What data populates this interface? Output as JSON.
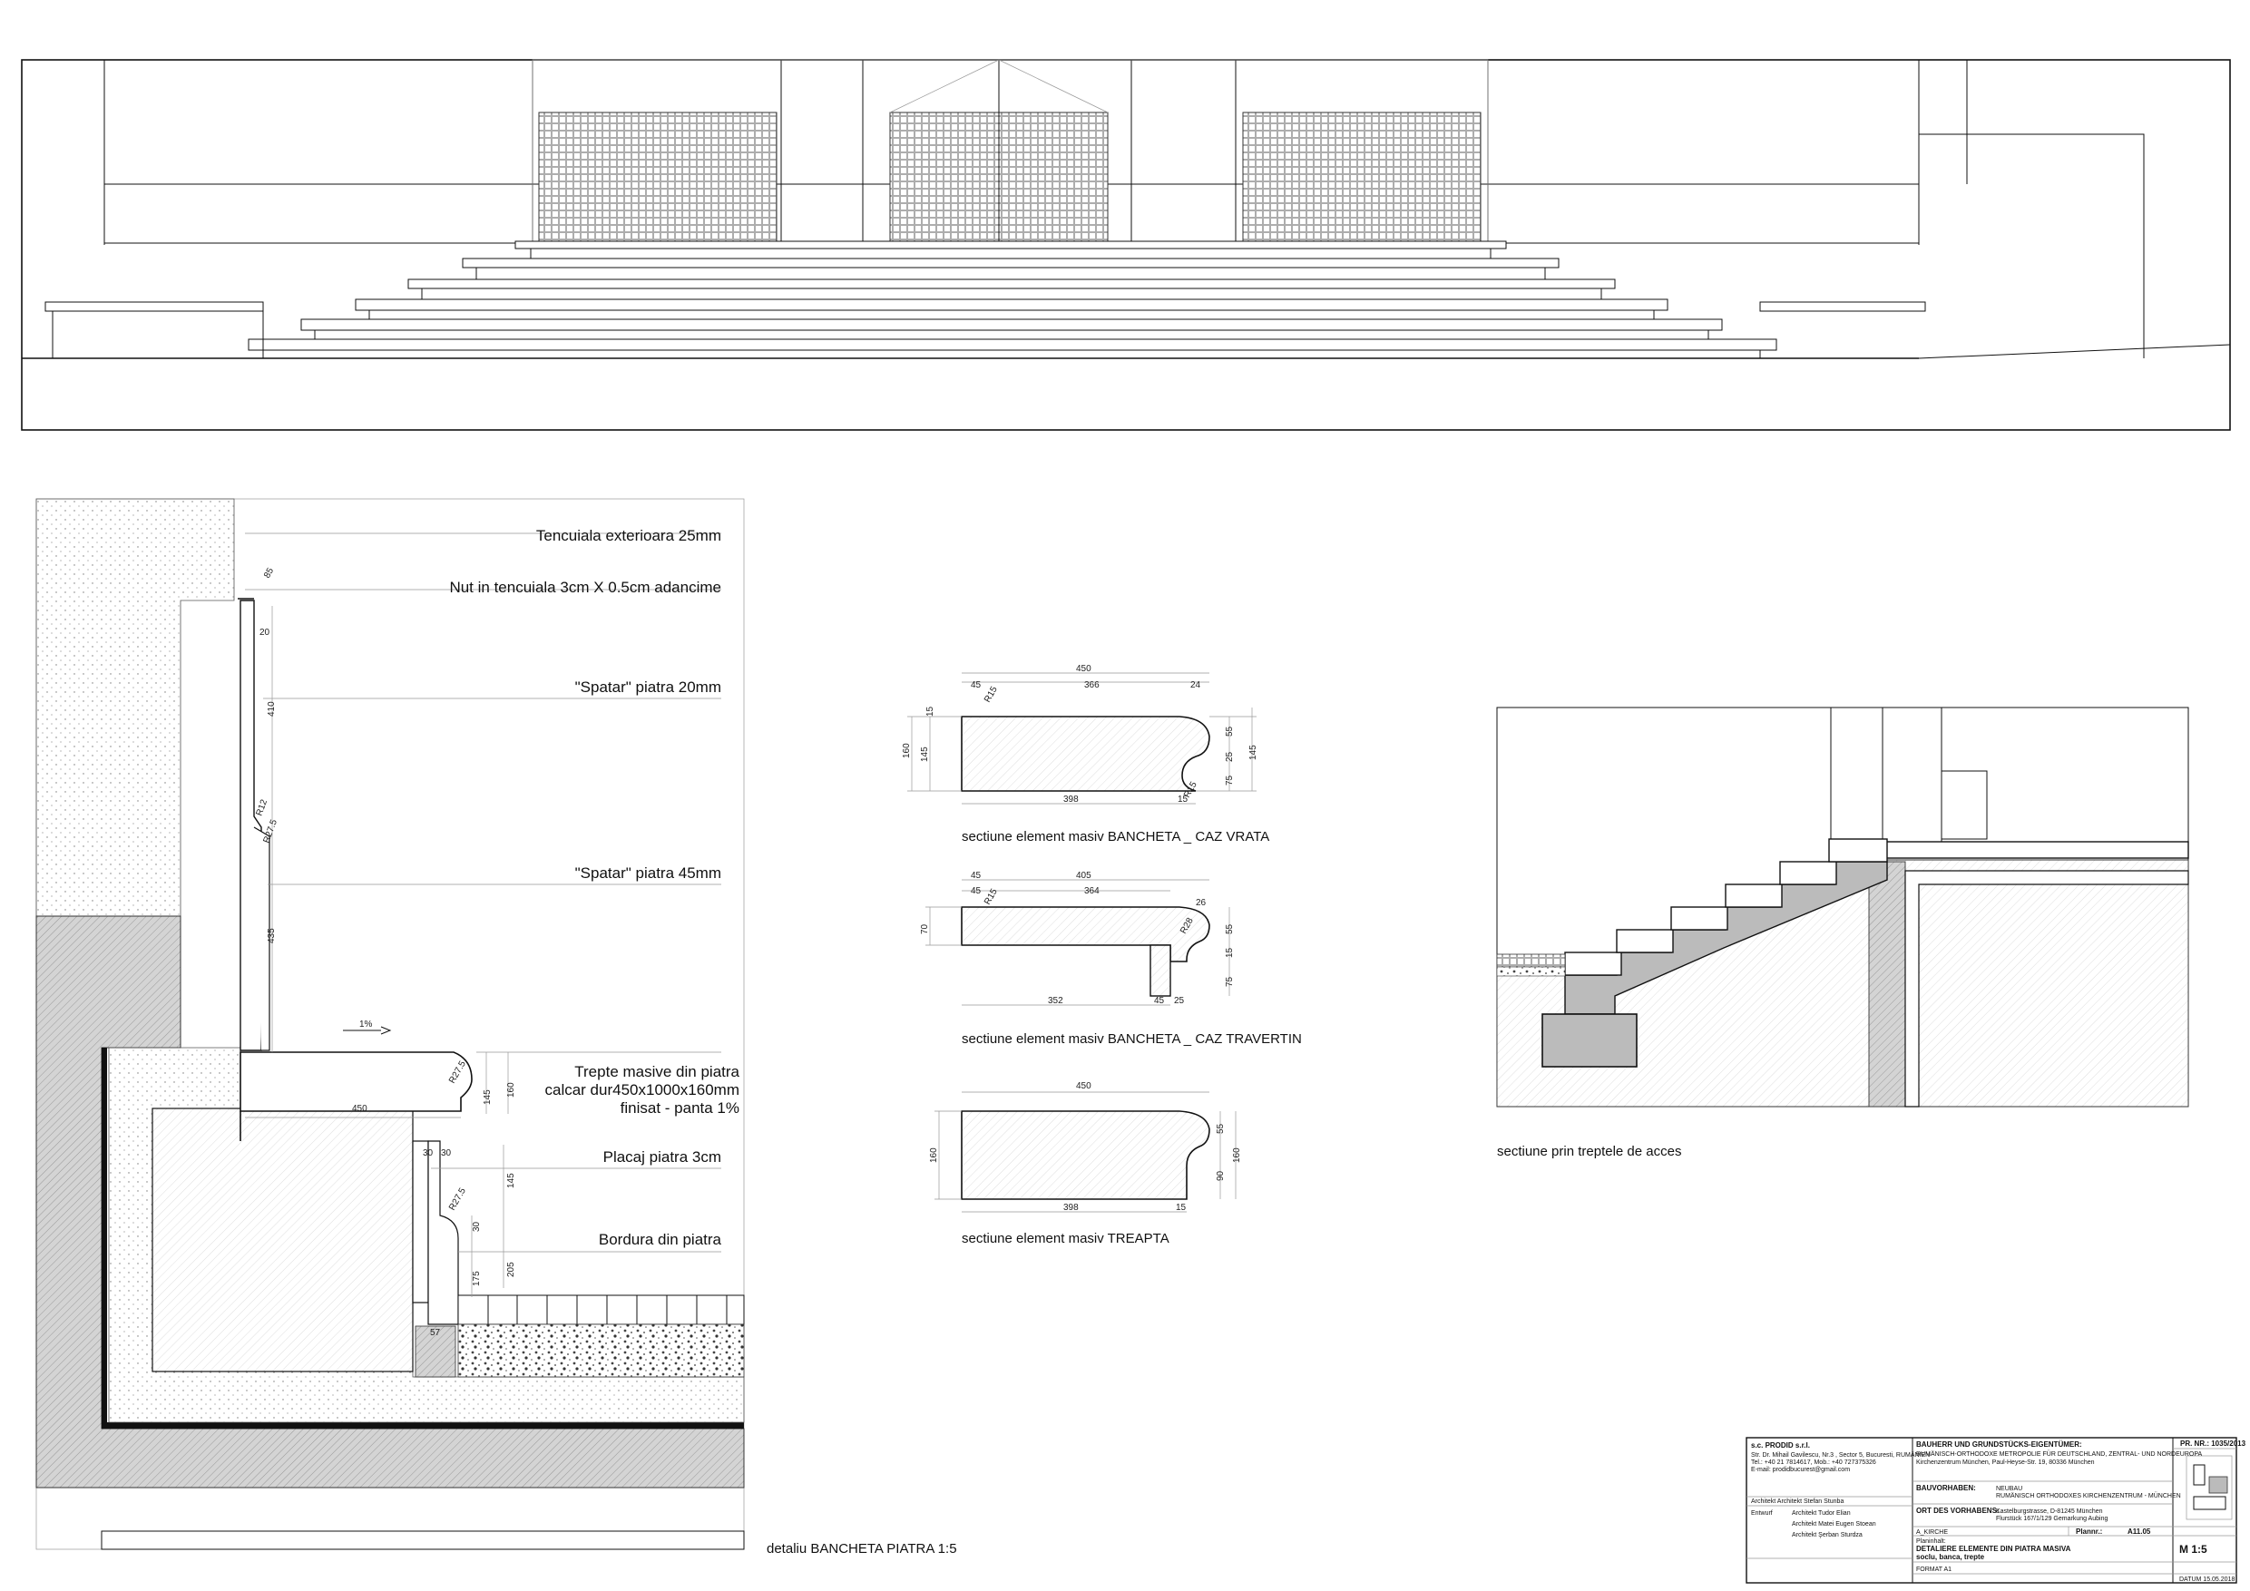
{
  "labels": {
    "tencuiala": "Tencuiala exterioara 25mm",
    "nut": "Nut in tencuiala 3cm X 0.5cm adancime",
    "spatar20": "\"Spatar\" piatra 20mm",
    "spatar45": "\"Spatar\" piatra 45mm",
    "trepte1": "Trepte masive din piatra",
    "trepte2": "calcar dur450x1000x160mm",
    "trepte3": "finisat - panta 1%",
    "placaj": "Placaj piatra 3cm",
    "bordura": "Bordura din piatra",
    "slope": "1%"
  },
  "captions": {
    "detaliu": "detaliu  BANCHETA PIATRA 1:5",
    "vrata": "sectiune element masiv BANCHETA _ CAZ VRATA",
    "travertin": "sectiune element masiv BANCHETA _ CAZ TRAVERTIN",
    "treapta": "sectiune element masiv TREAPTA",
    "acces": "sectiune prin treptele de acces"
  },
  "dims": {
    "detail": [
      "85",
      "20",
      "410",
      "R12",
      "R27.5",
      "435",
      "R27.5",
      "450",
      "160",
      "145",
      "30",
      "30",
      "R27.5",
      "145",
      "30",
      "175",
      "205",
      "57"
    ],
    "vrata": [
      "450",
      "45",
      "366",
      "24",
      "R15",
      "15",
      "R15",
      "55",
      "25",
      "75",
      "160",
      "145",
      "145",
      "398",
      "15"
    ],
    "travertin": [
      "405",
      "45",
      "364",
      "45",
      "R15",
      "26",
      "70",
      "R28",
      "55",
      "15",
      "75",
      "352",
      "45",
      "25"
    ],
    "treapta": [
      "450",
      "55",
      "160",
      "160",
      "90",
      "398",
      "15"
    ]
  },
  "title_block": {
    "company": "s.c. PRODID s.r.l.",
    "address": "Str. Dr. Mihail Gavilescu, Nr.3 , Sector 5, Bucuresti, RUMÄNIEN",
    "phone": "Tel.: +40 21 7814617, Mob.: +40 727375326",
    "email": "E-mail: prodidbucurest@gmail.com",
    "architects": "Architekt Architekt  Stefan Stunba",
    "entwurf": "Entwurf",
    "arch1": "Architekt Tudor Elian",
    "arch2": "Architekt Matei Eugen Stoean",
    "arch3": "Architekt Şerban Sturdza",
    "owner_label": "BAUHERR UND GRUNDSTÜCKS-EIGENTÜMER:",
    "owner": "RUMÄNISCH-ORTHODOXE METROPOLIE FÜR DEUTSCHLAND, ZENTRAL- UND NORDEUROPA",
    "owner_addr": "Kirchenzentrum München, Paul-Heyse-Str. 19, 80336 München",
    "project_label": "BAUVORHABEN:",
    "project1": "NEUBAU",
    "project2": "RUMÄNISCH ORTHODOXES KIRCHENZENTRUM - MÜNCHEN",
    "location_label": "ORT DES VORHABENS:",
    "location1": "Kastelburgstrasse, D-81245 München",
    "location2": "Flurstück 167/1/129 Gemarkung Aubing",
    "prnr": "PR. NR.: 1035/2013",
    "section": "A_KIRCHE",
    "plan_label": "Plannr.:",
    "plan": "A11.05",
    "content_label": "Planinhalt:",
    "title1": "DETALIERE ELEMENTE DIN PIATRA MASIVA",
    "title2": "soclu, banca, trepte",
    "format": "FORMAT A1",
    "scale": "M 1:5",
    "date": "DATUM 15.05.2018"
  }
}
